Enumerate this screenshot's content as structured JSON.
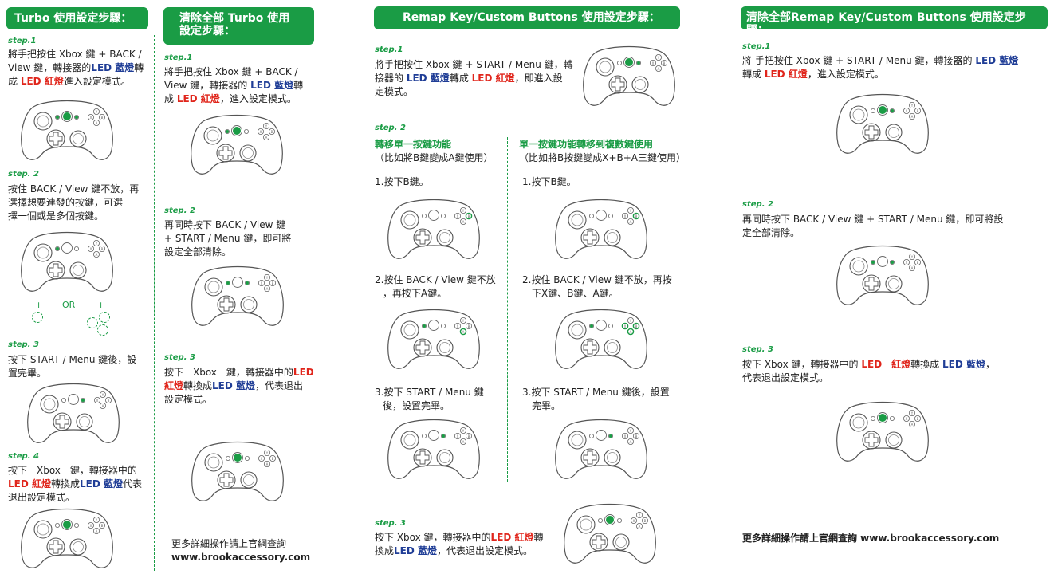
{
  "colors": {
    "accent": "#1a9c45",
    "led_red": "#e0251b",
    "led_blue": "#1f3d96"
  },
  "turbo": {
    "title": "Turbo 使用設定步驟：",
    "step1": {
      "label": "step.1",
      "a": "將手把按住 Xbox 鍵 + BACK /",
      "b": "View 鍵，轉接器的",
      "b_blue": "LED 藍燈",
      "b2": "轉",
      "c": "成 ",
      "c_red": "LED 紅燈",
      "c2": "進入設定模式。"
    },
    "step2": {
      "label": "step. 2",
      "a": "按住 BACK / View 鍵不放，再",
      "b": "選擇想要連發的按鍵，可選",
      "c": "擇一個或是多個按鍵。"
    },
    "or_label": "OR",
    "plus": "+",
    "step3": {
      "label": "step. 3",
      "a": "按下 START / Menu 鍵後，設",
      "b": "置完畢。"
    },
    "step4": {
      "label": "step. 4",
      "a": "按下　Xbox　鍵，轉接器中的",
      "b_red": "LED 紅燈",
      "b": "轉換成",
      "b_blue": "LED 藍燈",
      "b2": "代表",
      "c": "退出設定模式。"
    }
  },
  "clear_turbo": {
    "title_line1": "清除全部 Turbo 使用",
    "title_line2": "設定步驟：",
    "step1": {
      "label": "step.1",
      "a": "將手把按住 Xbox 鍵 + BACK /",
      "b": "View 鍵，轉接器的 ",
      "b_blue": "LED 藍燈",
      "b2": "轉",
      "c": "成 ",
      "c_red": "LED 紅燈",
      "c2": "，進入設定模式。"
    },
    "step2": {
      "label": "step. 2",
      "a": "再同時按下 BACK / View 鍵",
      "b": "+ START / Menu 鍵，即可將",
      "c": "設定全部清除。"
    },
    "step3": {
      "label": "step. 3",
      "a": "按下　Xbox　鍵，轉接器中的",
      "a_red": "LED",
      "b_red": "紅燈",
      "b": "轉換成",
      "b_blue": "LED 藍燈",
      "b2": "，代表退出",
      "c": "設定模式。"
    },
    "footer_line1": "更多詳細操作請上官網查詢",
    "footer_line2": "www.brookaccessory.com"
  },
  "remap": {
    "title": "Remap Key/Custom Buttons 使用設定步驟：",
    "step1": {
      "label": "step.1",
      "a": "將手把按住 Xbox 鍵 + START / Menu 鍵，轉",
      "b": "接器的 ",
      "b_blue": "LED 藍燈",
      "b2": "轉成 ",
      "b_red": "LED 紅燈",
      "b3": "，即進入設",
      "c": "定模式。"
    },
    "step2_label": "step. 2",
    "left": {
      "heading": "轉移單一按鍵功能",
      "note": "（比如將B鍵變成A鍵使用）",
      "s1": "1.按下B鍵。",
      "s2a": "2.按住 BACK / View 鍵不放",
      "s2b": "，再按下A鍵。",
      "s3a": "3.按下 START / Menu 鍵",
      "s3b": "後，設置完畢。"
    },
    "right": {
      "heading": "單一按鍵功能轉移到複數鍵使用",
      "note": "（比如將B按鍵變成X+B+A三鍵使用）",
      "s1": "1.按下B鍵。",
      "s2a": "2.按住 BACK / View 鍵不放，再按",
      "s2b": "下X鍵、B鍵、A鍵。",
      "s3a": "3.按下 START / Menu 鍵後，設置",
      "s3b": "完畢。"
    },
    "step3": {
      "label": "step. 3",
      "a": "按下 Xbox 鍵，轉接器中的",
      "a_red": "LED 紅燈",
      "a2": "轉",
      "b": "換成",
      "b_blue": "LED 藍燈",
      "b2": "，代表退出設定模式。"
    }
  },
  "clear_remap": {
    "title": "清除全部Remap Key/Custom Buttons 使用設定步驟：",
    "step1": {
      "label": "step.1",
      "a": "將 手把按住 Xbox 鍵 + START / Menu 鍵，轉接器的 ",
      "a_blue": "LED 藍燈",
      "b": "轉成 ",
      "b_red": "LED 紅燈",
      "b2": "，進入設定模式。"
    },
    "step2": {
      "label": "step. 2",
      "a": "再同時按下 BACK / View 鍵 + START / Menu 鍵，即可將設",
      "b": "定全部清除。"
    },
    "step3": {
      "label": "step. 3",
      "a": "按下 Xbox 鍵，轉接器中的 ",
      "a_red": "LED　紅燈",
      "a2": "轉換成 ",
      "a_blue": "LED 藍燈",
      "a3": "，",
      "b": "代表退出設定模式。"
    },
    "footer": "更多詳細操作請上官網查詢  www.brookaccessory.com"
  }
}
